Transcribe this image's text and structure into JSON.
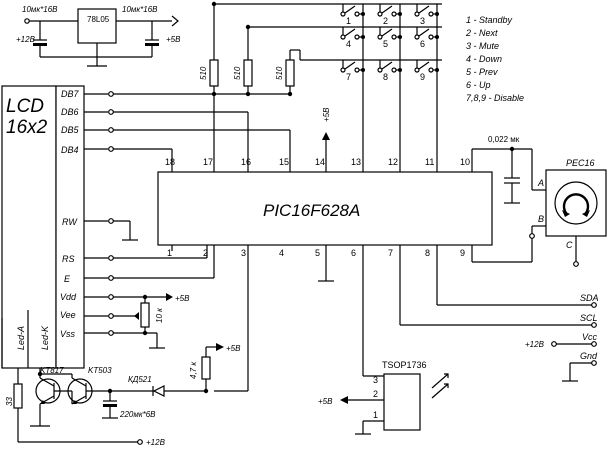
{
  "regulator": {
    "part": "78L05",
    "cap_in": "10мк*16В",
    "cap_out": "10мк*16В",
    "input": "+12В",
    "output": "+5В"
  },
  "lcd": {
    "title_line1": "LCD",
    "title_line2": "16x2",
    "pins_right": [
      "DB7",
      "DB6",
      "DB5",
      "DB4",
      "RW",
      "RS",
      "E",
      "Vdd",
      "Vee",
      "Vss"
    ],
    "pins_bottom": [
      "Led-A",
      "Led-K"
    ]
  },
  "mcu": {
    "name": "PIC16F628A",
    "top_pins": [
      "18",
      "17",
      "16",
      "15",
      "14",
      "13",
      "12",
      "11",
      "10"
    ],
    "bottom_pins": [
      "1",
      "2",
      "3",
      "4",
      "5",
      "6",
      "7",
      "8",
      "9"
    ]
  },
  "resistors": {
    "r1": "510",
    "r2": "510",
    "r3": "510",
    "contrast": "10 к",
    "pullup": "4,7 к",
    "led": "33"
  },
  "supply": {
    "plus5": "+5В",
    "plus12": "+12В"
  },
  "keys": [
    "1",
    "2",
    "3",
    "4",
    "5",
    "6",
    "7",
    "8",
    "9"
  ],
  "legend": [
    "1 - Standby",
    "2 - Next",
    "3 - Mute",
    "4 - Down",
    "5 - Prev",
    "6 - Up",
    "7,8,9 - Disable"
  ],
  "encoder": {
    "name": "PEC16",
    "pin_a": "A",
    "pin_b": "B",
    "pin_c": "C",
    "cap": "0,022 мк"
  },
  "transistors": {
    "q1": "KT817",
    "q2": "KT503"
  },
  "diode": "КД521",
  "led_cap": "220мк*6В",
  "ir": {
    "name": "TSOP1736",
    "pins": [
      "3",
      "2",
      "1"
    ]
  },
  "connector": {
    "labels": [
      "SDA",
      "SCL",
      "Vcc",
      "Gnd"
    ]
  }
}
